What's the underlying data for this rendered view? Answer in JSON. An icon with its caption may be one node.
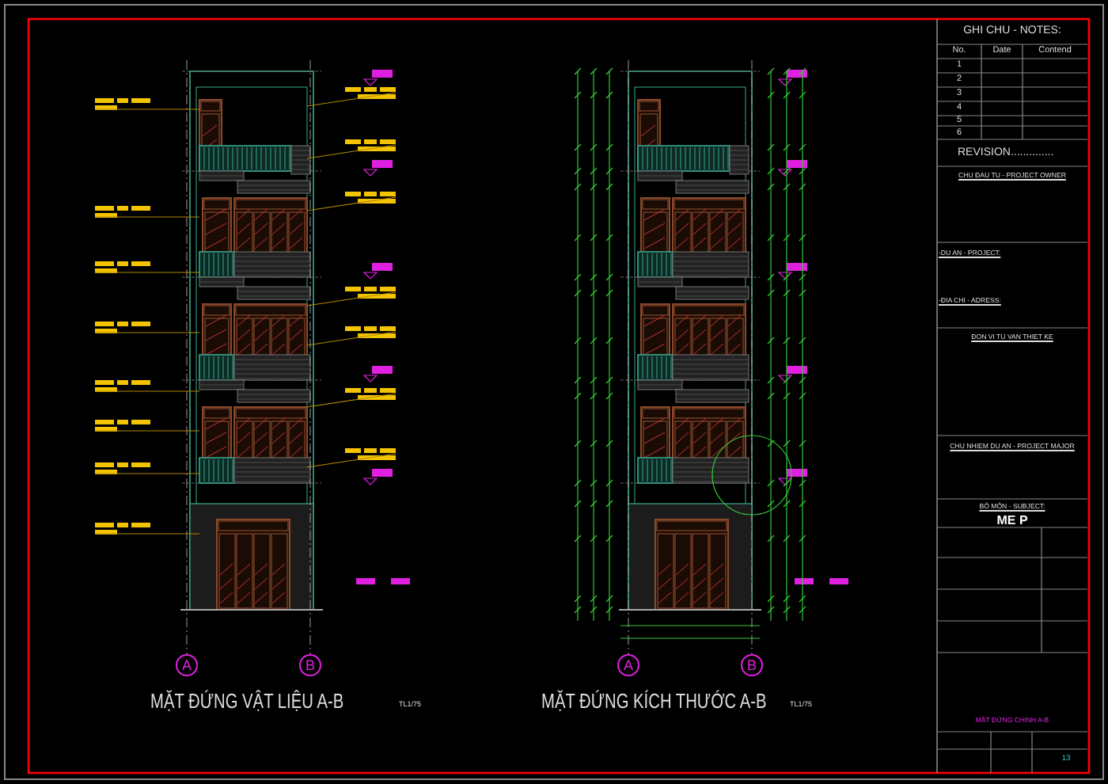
{
  "diagram": {
    "nodes": [
      {
        "text": [
          "A"
        ]
      },
      {
        "text": [
          "B"
        ]
      },
      {
        "text": [
          "A"
        ]
      },
      {
        "text": [
          "B"
        ]
      }
    ],
    "labels": [
      "GHI CHU - NOTES:",
      "No.",
      "Date",
      "Contend",
      "1",
      "2",
      "3",
      "4",
      "5",
      "6",
      "REVISION..............",
      "CHU ĐAU TU - PROJECT OWNER",
      "-DU AN - PROJECT:",
      "-ĐIA CHI - ADRESS:",
      "ĐON VI TU VAN THIET KE",
      "CHU NHIEM DU AN - PROJECT MAJOR",
      "BÔ MÔN - SUBJECT:",
      "ME P",
      "MẶT ĐỨNG CHINH A-B",
      "13",
      "MẶT ĐỨNG VẬT LIỆU A-B",
      "TL1/75",
      "MẶT ĐỨNG KÍCH THƯỚC A-B",
      "TL1/75"
    ]
  }
}
